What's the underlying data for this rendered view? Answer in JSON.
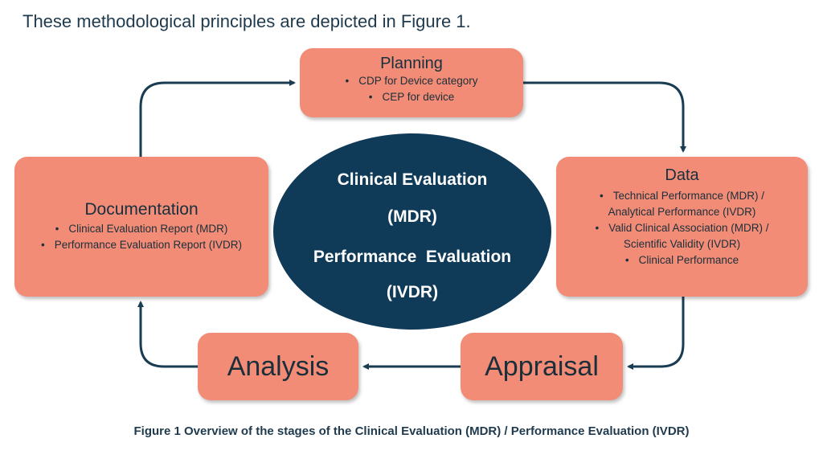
{
  "intro_text": "These methodological principles are depicted in Figure 1.",
  "center": {
    "line1": "Clinical Evaluation",
    "line2": "(MDR)",
    "line3": "Performance  Evaluation",
    "line4": "(IVDR)"
  },
  "planning": {
    "title": "Planning",
    "items": [
      "CDP for Device category",
      "CEP for device"
    ]
  },
  "data": {
    "title": "Data",
    "items": [
      "Technical Performance (MDR) /",
      "Analytical Performance (IVDR)",
      "Valid Clinical Association (MDR) /",
      "Scientific Validity (IVDR)",
      "Clinical Performance"
    ]
  },
  "documentation": {
    "title": "Documentation",
    "items": [
      "Clinical Evaluation Report (MDR)",
      "Performance Evaluation Report (IVDR)"
    ]
  },
  "appraisal": {
    "title": "Appraisal"
  },
  "analysis": {
    "title": "Analysis"
  },
  "caption": "Figure 1 Overview of the stages of the Clinical Evaluation (MDR) / Performance Evaluation (IVDR)",
  "colors": {
    "box_fill": "#f28c76",
    "ellipse_fill": "#0f3b59",
    "arrow": "#1a3c52"
  }
}
